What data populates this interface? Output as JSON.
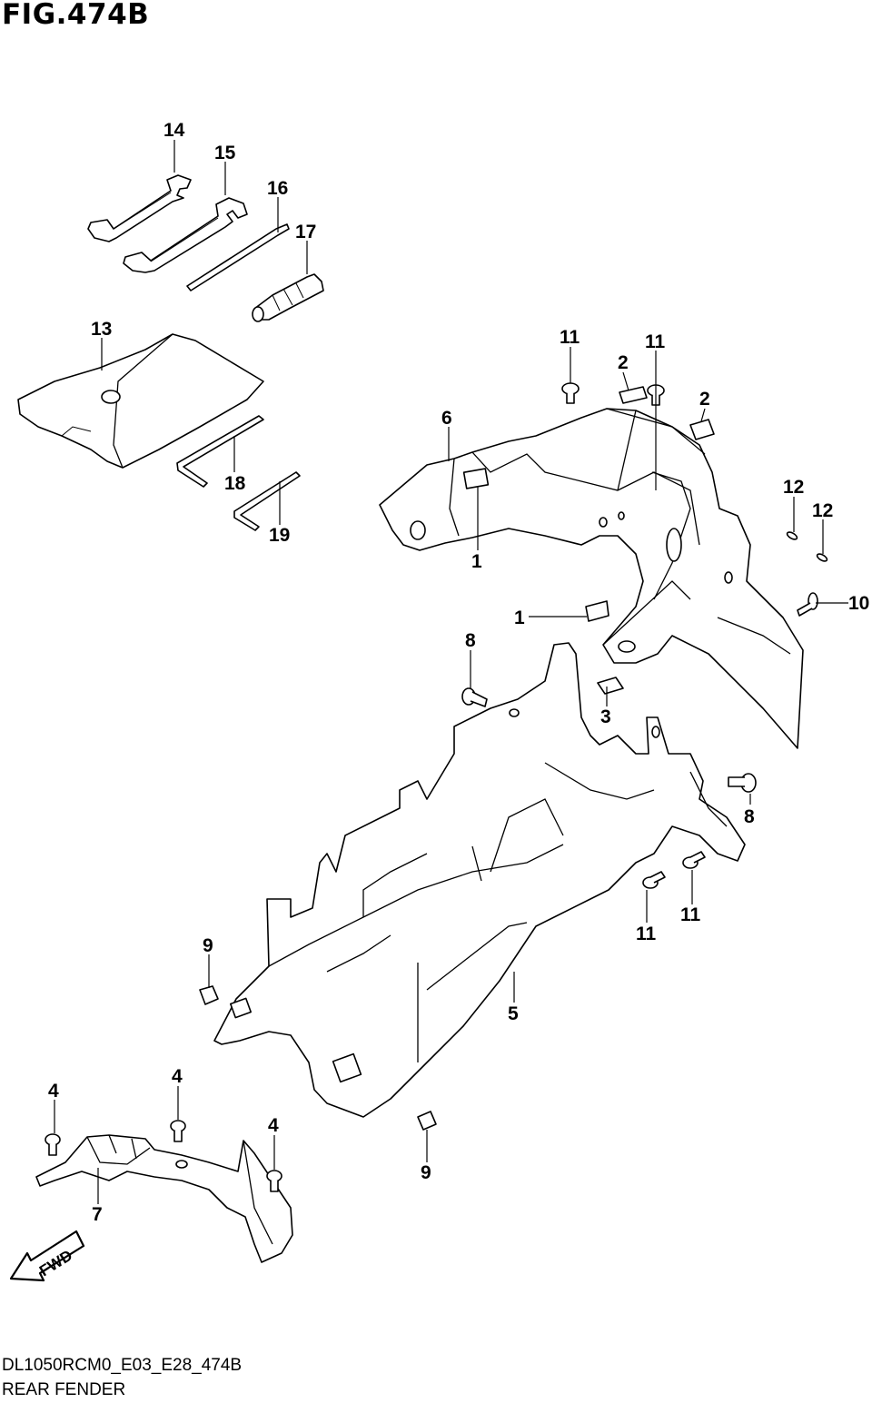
{
  "figure": {
    "title": "FIG.474B",
    "model_code": "DL1050RCM0_E03_E28_474B",
    "part_name": "REAR FENDER"
  },
  "fwd_label": "FWD",
  "callouts": [
    "14",
    "15",
    "16",
    "17",
    "13",
    "18",
    "19",
    "11",
    "11",
    "2",
    "2",
    "6",
    "1",
    "1",
    "12",
    "12",
    "10",
    "8",
    "3",
    "8",
    "11",
    "11",
    "9",
    "5",
    "9",
    "4",
    "4",
    "4",
    "7"
  ]
}
